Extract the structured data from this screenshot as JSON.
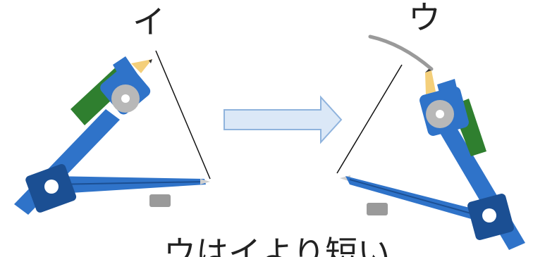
{
  "labels": {
    "left_compass": "イ",
    "right_compass": "ウ"
  },
  "caption": "ウはイより短い",
  "colors": {
    "compass_blue": "#2f73c9",
    "compass_dark_blue": "#1b4f93",
    "pencil_green": "#2f7f2f",
    "pencil_tip": "#f4cf7a",
    "arrow_fill": "#dbe8f7",
    "arrow_stroke": "#8fb3dd",
    "line": "#111111",
    "arc": "#9a9a9a"
  }
}
